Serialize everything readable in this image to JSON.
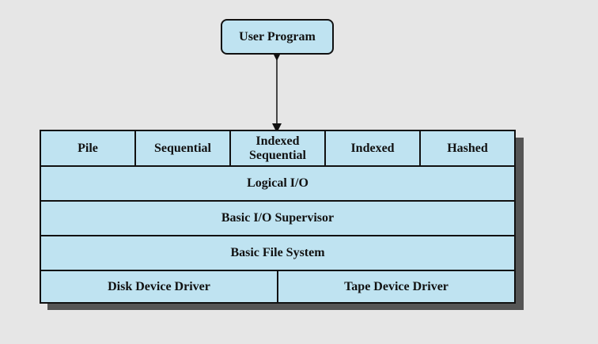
{
  "diagram": {
    "user_program": "User Program",
    "access_methods": [
      "Pile",
      "Sequential",
      "Indexed\nSequential",
      "Indexed",
      "Hashed"
    ],
    "layers": [
      "Logical I/O",
      "Basic I/O Supervisor",
      "Basic File System"
    ],
    "drivers": [
      "Disk Device Driver",
      "Tape Device Driver"
    ]
  },
  "colors": {
    "box_fill": "#bfe3f1",
    "background": "#e6e6e6",
    "shadow": "#555555"
  }
}
